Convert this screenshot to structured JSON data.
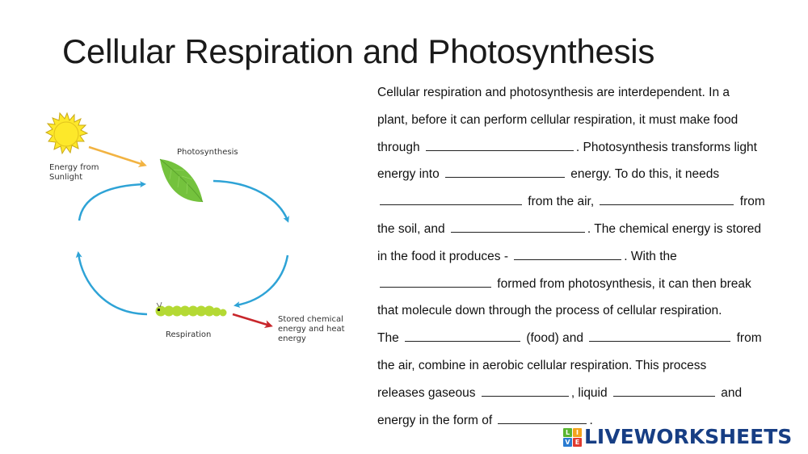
{
  "title": "Cellular Respiration and Photosynthesis",
  "diagram": {
    "labels": {
      "sun": "Energy from\nSunlight",
      "sun_line1": "Energy from",
      "sun_line2": "Sunlight",
      "photosynthesis": "Photosynthesis",
      "respiration": "Respiration",
      "output_line1": "Stored chemical",
      "output_line2": "energy and heat",
      "output_line3": "energy"
    },
    "colors": {
      "sun_fill": "#fde82a",
      "sun_stroke": "#c9a91a",
      "sun_arrow": "#f2b342",
      "cycle_arrow": "#2ea3d6",
      "leaf": "#74c23d",
      "caterpillar": "#b4d934",
      "output_arrow": "#c8262b"
    }
  },
  "passage": {
    "lines": [
      {
        "segments": [
          {
            "t": "Cellular respiration and photosynthesis are interdependent. In a"
          }
        ]
      },
      {
        "segments": [
          {
            "t": "plant, before it can perform cellular respiration, it must make food"
          }
        ]
      },
      {
        "segments": [
          {
            "t": "through "
          },
          {
            "blank": 183,
            "id": "blank-1"
          },
          {
            "t": ".  Photosynthesis transforms light"
          }
        ]
      },
      {
        "segments": [
          {
            "t": "energy into "
          },
          {
            "blank": 148,
            "id": "blank-2"
          },
          {
            "t": " energy. To do this, it needs"
          }
        ]
      },
      {
        "segments": [
          {
            "blank": 176,
            "id": "blank-3"
          },
          {
            "t": " from the air,  "
          },
          {
            "blank": 166,
            "id": "blank-4"
          },
          {
            "t": " from"
          }
        ]
      },
      {
        "segments": [
          {
            "t": "the soil, and "
          },
          {
            "blank": 166,
            "id": "blank-5"
          },
          {
            "t": ".  The chemical energy is stored"
          }
        ]
      },
      {
        "segments": [
          {
            "t": "in the food it produces - "
          },
          {
            "blank": 133,
            "id": "blank-6"
          },
          {
            "t": ".  With the"
          }
        ]
      },
      {
        "segments": [
          {
            "blank": 138,
            "id": "blank-7"
          },
          {
            "t": " formed from photosynthesis, it can then break"
          }
        ]
      },
      {
        "segments": [
          {
            "t": "that molecule down through the process of cellular respiration."
          }
        ]
      },
      {
        "segments": [
          {
            "t": "The "
          },
          {
            "blank": 143,
            "id": "blank-8"
          },
          {
            "t": " (food) and "
          },
          {
            "blank": 175,
            "id": "blank-9"
          },
          {
            "t": " from"
          }
        ]
      },
      {
        "segments": [
          {
            "t": "the air, combine in aerobic cellular respiration.  This process"
          }
        ]
      },
      {
        "segments": [
          {
            "t": "releases gaseous "
          },
          {
            "blank": 108,
            "id": "blank-10"
          },
          {
            "t": ", liquid "
          },
          {
            "blank": 126,
            "id": "blank-11"
          },
          {
            "t": " and"
          }
        ]
      },
      {
        "segments": [
          {
            "t": "energy in the form of "
          },
          {
            "blank": 110,
            "id": "blank-12"
          },
          {
            "t": "."
          }
        ]
      }
    ]
  },
  "logo": {
    "cells": [
      {
        "letter": "L",
        "color": "#59b530"
      },
      {
        "letter": "I",
        "color": "#f2a31c"
      },
      {
        "letter": "V",
        "color": "#2a7bd1"
      },
      {
        "letter": "E",
        "color": "#e03a2f"
      }
    ],
    "text": "LIVEWORKSHEETS",
    "text_color": "#173e84"
  }
}
